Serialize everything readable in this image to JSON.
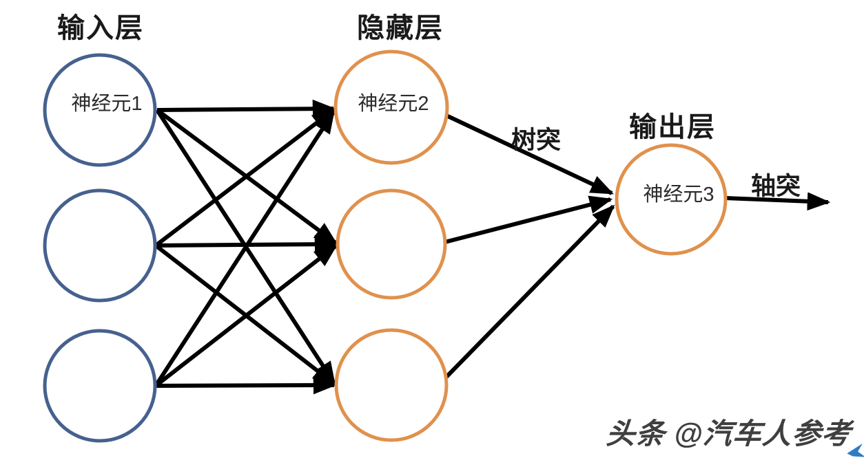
{
  "titles": {
    "input": "输入层",
    "hidden": "隐藏层",
    "output": "输出层"
  },
  "neurons": {
    "n1": "神经元1",
    "n2": "神经元2",
    "n3": "神经元3"
  },
  "edge_labels": {
    "dendrite": "树突",
    "axon": "轴突"
  },
  "colors": {
    "input_circle_stroke": "#46618F",
    "hidden_circle_stroke": "#E0914D",
    "output_circle_stroke": "#E0914D",
    "edge": "#000000",
    "watermark_text": "#3F3F3F",
    "corner_arrow": "#2F7CC5"
  },
  "watermark": {
    "text": "头条 @汽车人参考"
  },
  "structure": {
    "input_neuron_count": 3,
    "hidden_neuron_count": 3,
    "output_neuron_count": 1,
    "connections": "fully connected input-to-hidden (9 arrows), hidden-to-output (3 arrows), one output axon arrow"
  }
}
